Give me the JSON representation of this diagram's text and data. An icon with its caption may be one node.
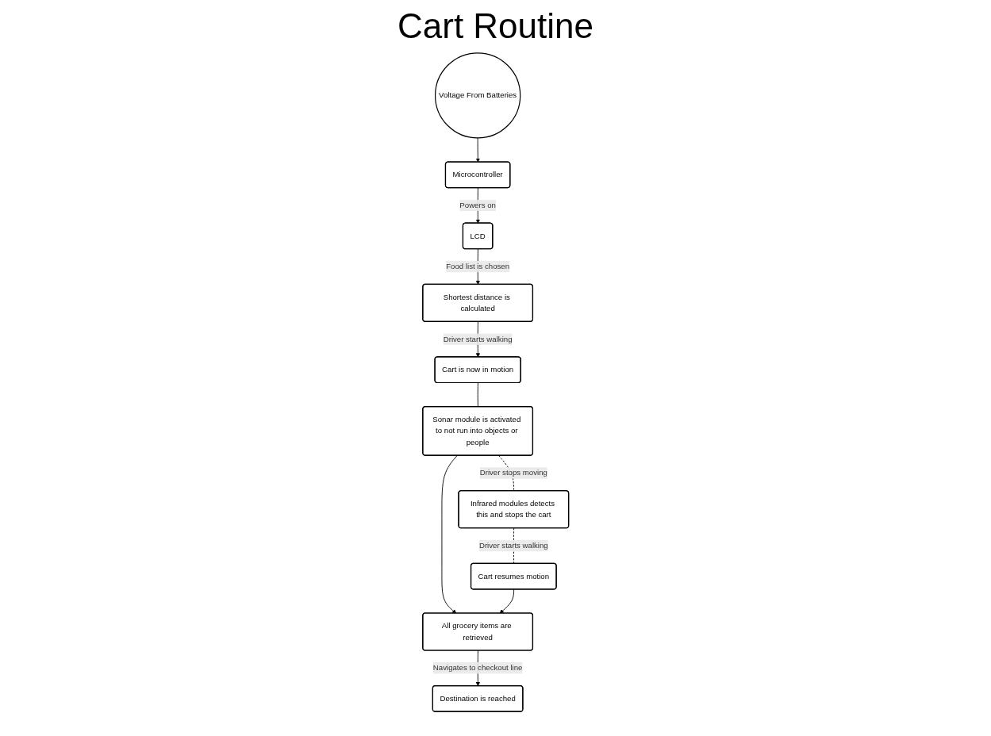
{
  "diagram": {
    "title": "Cart Routine",
    "nodes": [
      {
        "text": [
          "Voltage From Batteries"
        ]
      },
      {
        "text": [
          "Microcontroller"
        ]
      },
      {
        "text": [
          "Cart is now in motion"
        ]
      },
      {
        "text": [
          "Shortest distance is calculated"
        ]
      },
      {
        "text": [
          "LCD"
        ]
      },
      {
        "text": [
          "Sonar module is activated to not run into objects or people"
        ]
      },
      {
        "text": [
          "Infrared modules detects this and stops the cart"
        ]
      },
      {
        "text": [
          "All grocery items are retrieved"
        ]
      },
      {
        "text": [
          "Destination is reached"
        ]
      },
      {
        "text": [
          "Cart resumes motion"
        ]
      }
    ],
    "edges": [
      {
        "from": 0,
        "to": 1,
        "arrow": "to"
      },
      {
        "from": 1,
        "to": 4,
        "arrow": "to",
        "label": "Powers on"
      },
      {
        "from": 4,
        "to": 3,
        "arrow": "to",
        "label": "Food list is chosen"
      },
      {
        "from": 3,
        "to": 2,
        "arrow": "to",
        "label": "Driver starts walking"
      },
      {
        "from": 2,
        "to": 5,
        "arrow": "none"
      },
      {
        "from": 5,
        "to": 7,
        "arrow": "to"
      },
      {
        "from": 5,
        "to": 6,
        "arrow": "none",
        "label": "Driver stops moving",
        "style": "dashed"
      },
      {
        "from": 6,
        "to": 9,
        "arrow": "none",
        "label": "Driver starts walking",
        "style": "dashed"
      },
      {
        "from": 9,
        "to": 7,
        "arrow": "to"
      },
      {
        "from": 7,
        "to": 8,
        "arrow": "to",
        "label": "Navigates to checkout line"
      }
    ]
  }
}
